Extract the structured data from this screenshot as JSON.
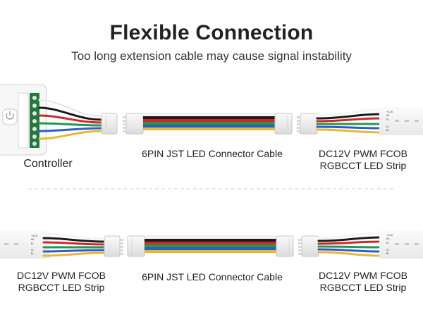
{
  "header": {
    "title": "Flexible Connection",
    "subtitle": "Too long extension cable may cause signal instability"
  },
  "wire_colors": {
    "black": "#1b1b1b",
    "red": "#d2262b",
    "green": "#1f9a4a",
    "blue": "#2f5cc8",
    "white": "#f4f4f4",
    "yellow": "#e9b731"
  },
  "row1": {
    "controller_label": "Controller",
    "cable_label": "6PIN JST LED Connector Cable",
    "strip_label_line1": "DC12V PWM FCOB",
    "strip_label_line2": "RGBCCT LED Strip"
  },
  "row2": {
    "strip_left_line1": "DC12V PWM FCOB",
    "strip_left_line2": "RGBCCT LED Strip",
    "cable_label": "6PIN JST LED Connector Cable",
    "strip_right_line1": "DC12V PWM FCOB",
    "strip_right_line2": "RGBCCT LED Strip"
  }
}
